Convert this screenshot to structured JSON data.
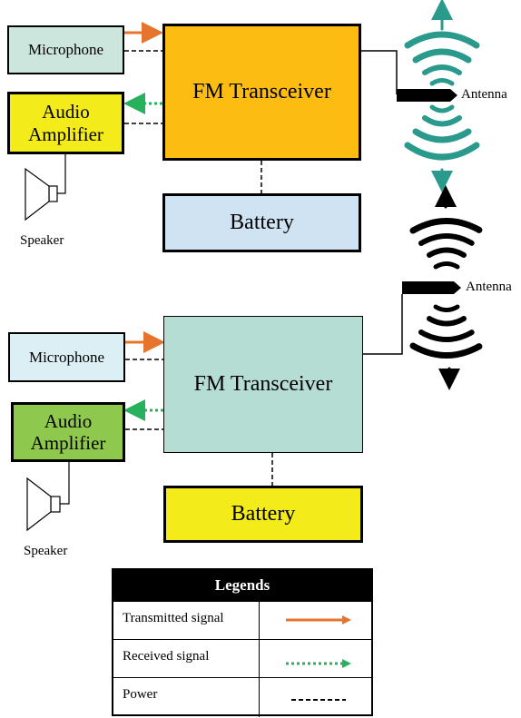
{
  "system1": {
    "microphone": "Microphone",
    "audio_amplifier": "Audio\nAmplifier",
    "transceiver": "FM Transceiver",
    "battery": "Battery",
    "speaker": "Speaker",
    "antenna": "Antenna"
  },
  "system2": {
    "microphone": "Microphone",
    "audio_amplifier": "Audio\nAmplifier",
    "transceiver": "FM Transceiver",
    "battery": "Battery",
    "speaker": "Speaker",
    "antenna": "Antenna"
  },
  "legend": {
    "title": "Legends",
    "rows": [
      {
        "label": "Transmitted signal",
        "style": "solid-arrow"
      },
      {
        "label": "Received signal",
        "style": "dotted-arrow"
      },
      {
        "label": "Power",
        "style": "dashed-line"
      }
    ]
  },
  "colors": {
    "mic1": "#cde6dd",
    "amp1": "#f3ec1a",
    "trx1": "#fdbc12",
    "bat1": "#cfe3f3",
    "mic2": "#dceff4",
    "amp2": "#8ec94e",
    "trx2": "#b6ddd4",
    "bat2": "#f3ec1a",
    "transmit_arrow": "#e7742c",
    "receive_arrow": "#27b15c",
    "wave_teal": "#2a9a8c"
  }
}
